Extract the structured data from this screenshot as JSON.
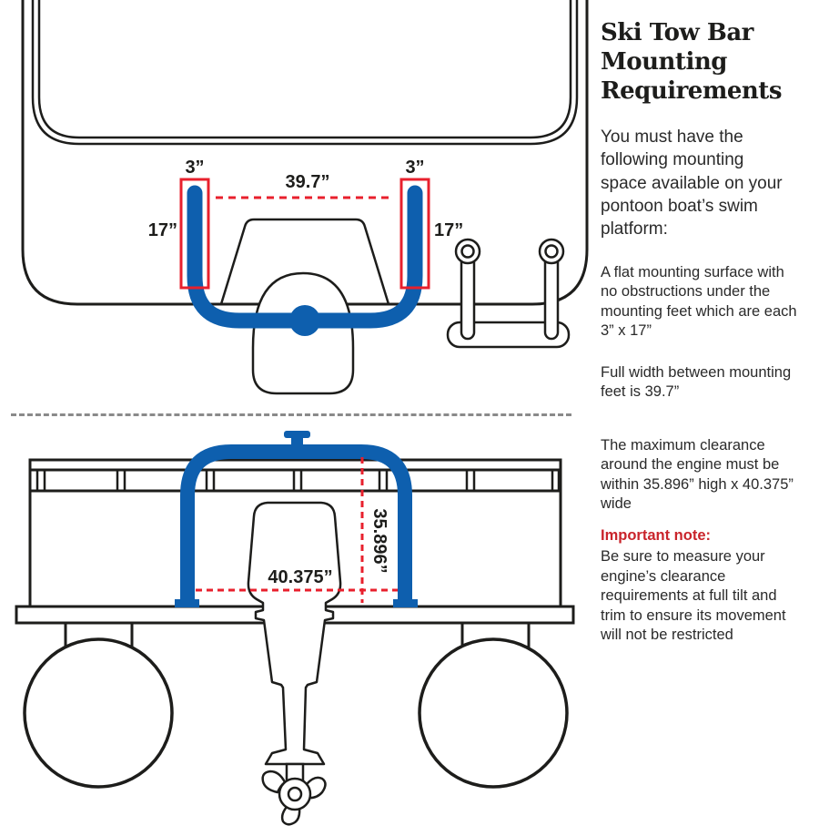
{
  "panel": {
    "title": "Ski Tow Bar Mounting Requirements",
    "intro": "You must have the following mounting space available on your pontoon boat’s swim platform:",
    "point_flat_surface": "A flat mounting surface with no obstructions under the mounting feet which are each 3” x 17”",
    "point_full_width": "Full width between mounting feet is 39.7”",
    "point_clearance": "The maximum clearance around the engine must be within 35.896” high x 40.375” wide",
    "note_heading": "Important note:",
    "note_body": "Be sure to measure your engine’s clearance requirements at full tilt and trim to ensure its movement will not be restricted"
  },
  "top_diagram": {
    "label_foot_width_left": "3”",
    "label_foot_width_right": "3”",
    "label_span": "39.7”",
    "label_foot_length_left": "17”",
    "label_foot_length_right": "17”"
  },
  "bottom_diagram": {
    "label_engine_width": "40.375”",
    "label_engine_height": "35.896”"
  },
  "colors": {
    "tow_bar_blue": "#0E5FAE",
    "dimension_red": "#E8202D",
    "note_red": "#C9242B",
    "divider_gray": "#8A8A8A",
    "line_black": "#1D1D1B"
  }
}
